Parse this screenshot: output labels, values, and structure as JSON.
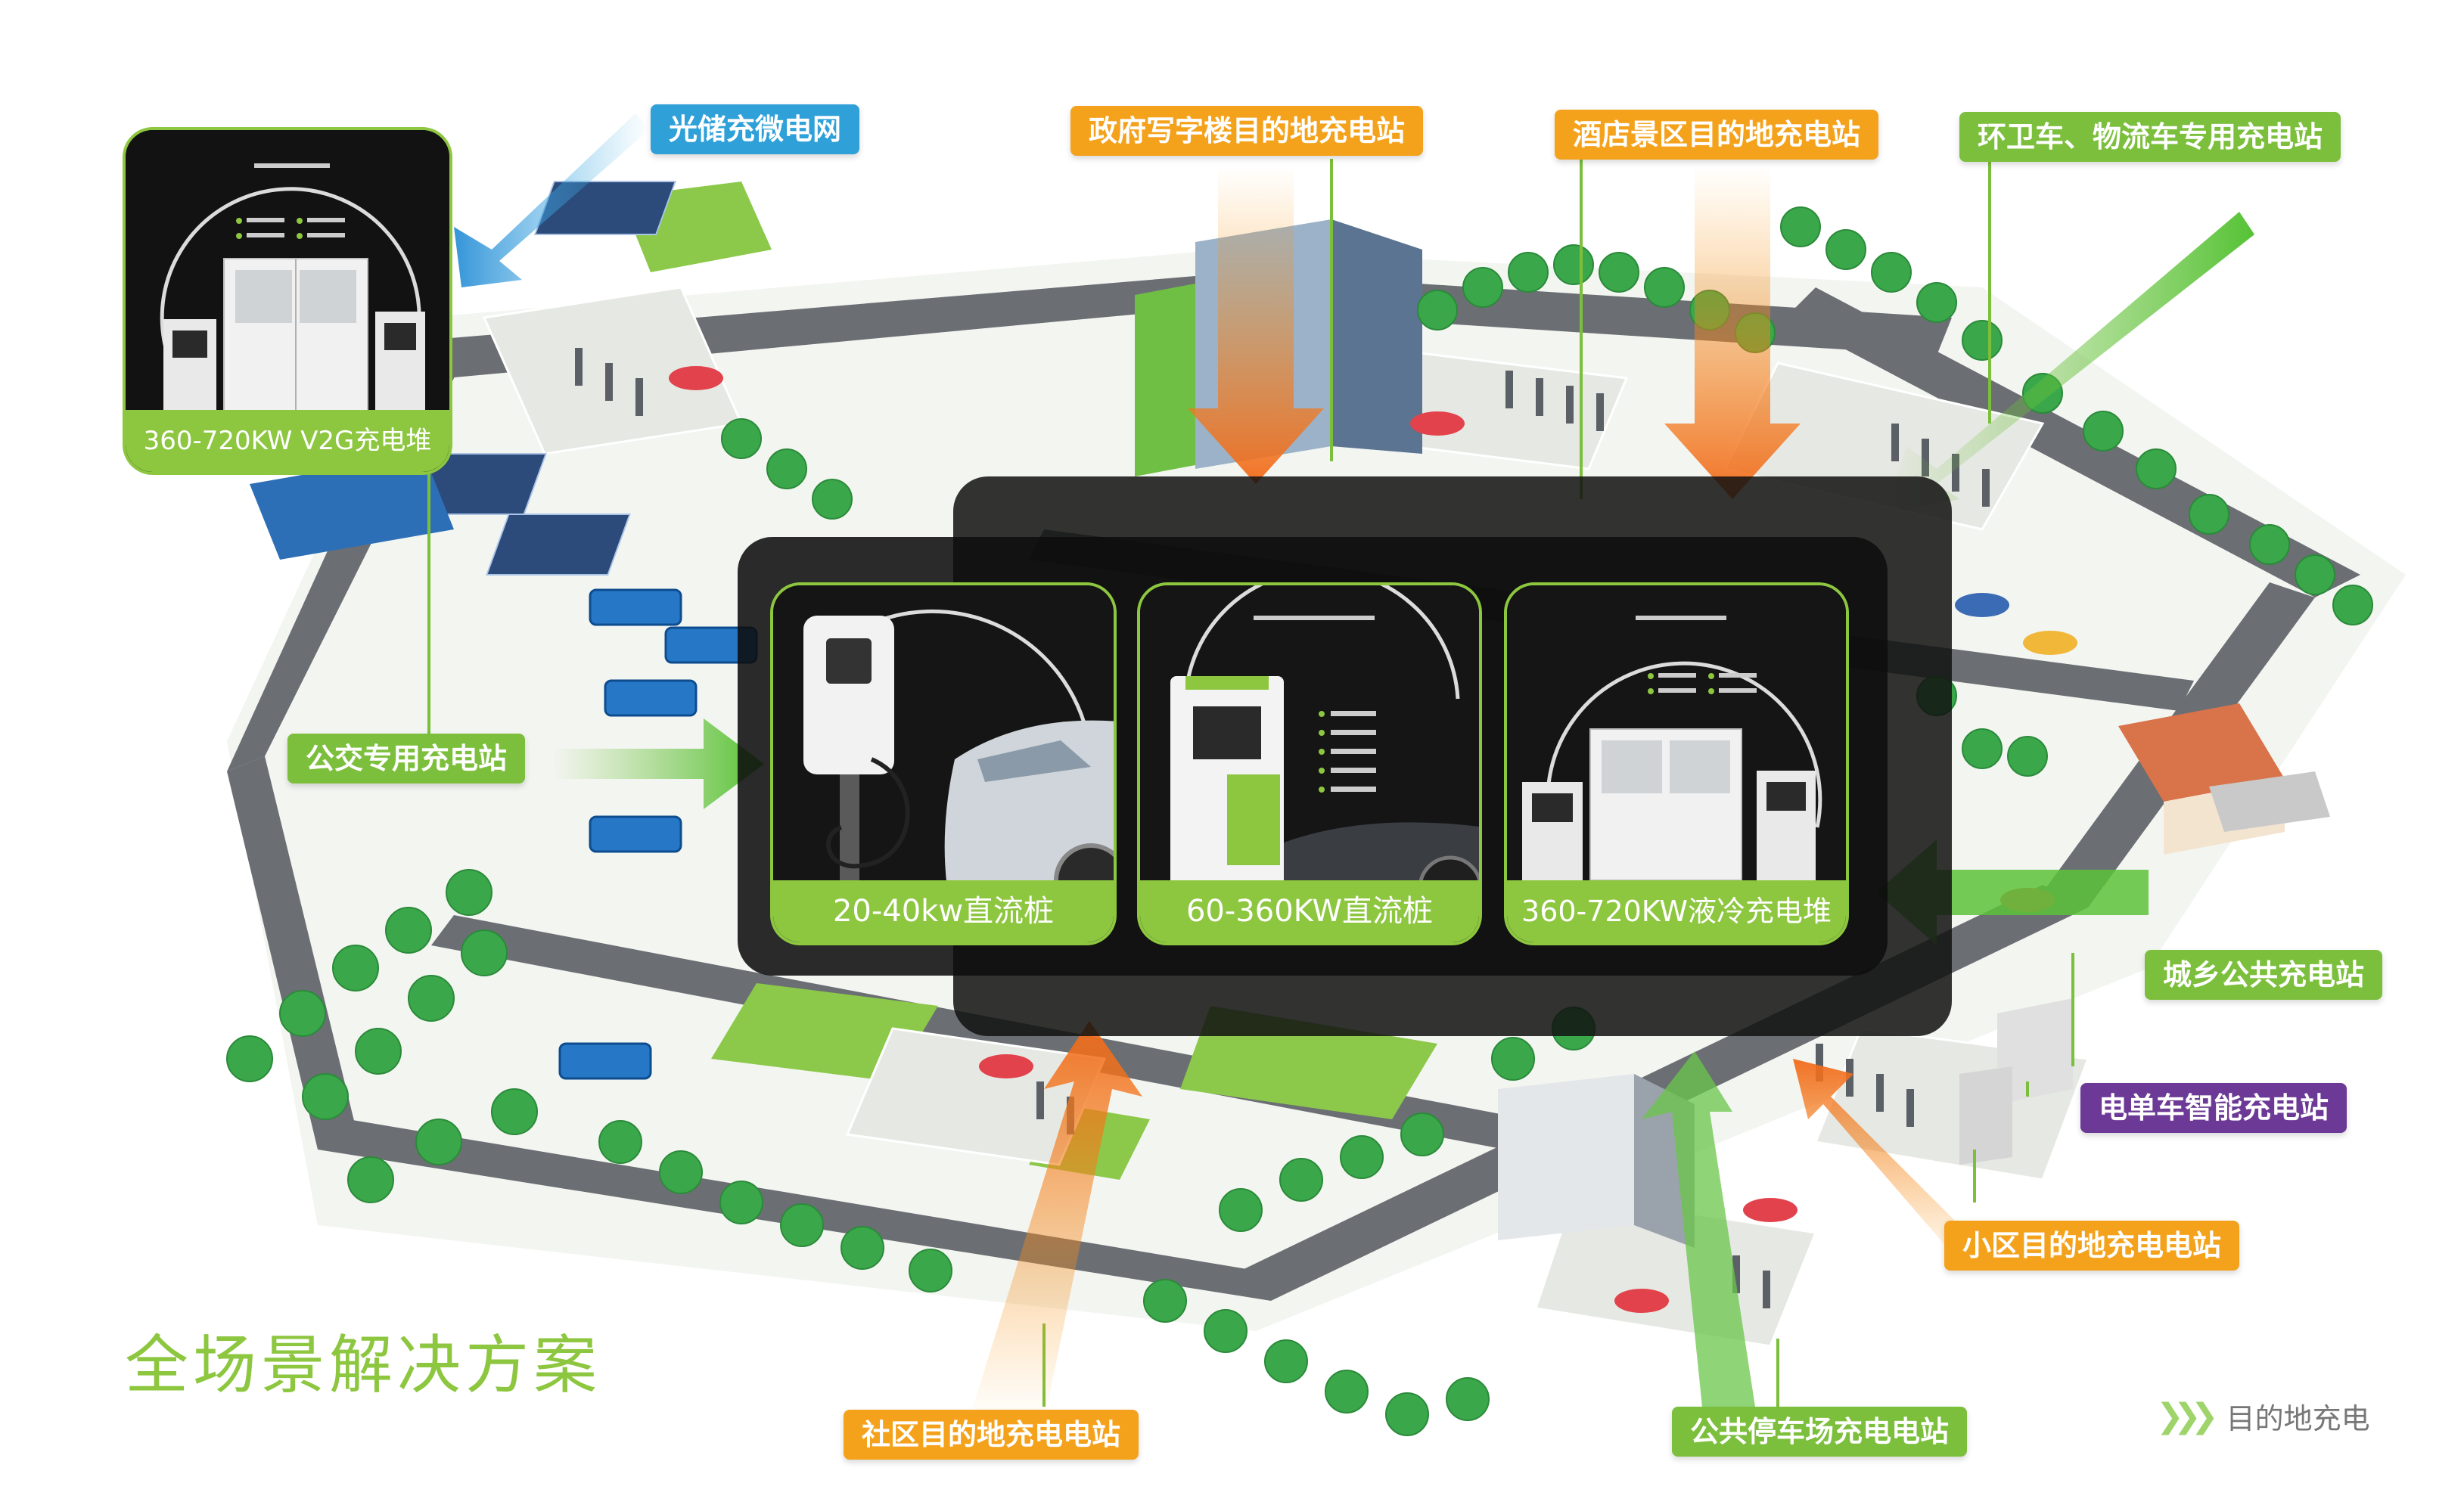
{
  "main_title": "全场景解决方案",
  "footer_note": "目的地充电",
  "scene_labels": {
    "microgrid": "光储充微电网",
    "gov_office": "政府写字楼目的地充电站",
    "hotel_scenic": "酒店景区目的地充电站",
    "sanitation_logistics": "环卫车、物流车专用充电站",
    "bus": "公交专用充电站",
    "urban_rural": "城乡公共充电站",
    "ebike": "电单车智能充电站",
    "residential": "小区目的地充电电站",
    "public_parking": "公共停车场充电电站",
    "community": "社区目的地充电电站"
  },
  "products": {
    "v2g": "360-720KW  V2G充电堆",
    "dc_small": "20-40kw直流桩",
    "dc_mid": "60-360KW直流桩",
    "liquid": "360-720KW液冷充电堆"
  },
  "colors": {
    "green": "#8dc63f",
    "orange": "#f4a21c",
    "blue": "#2fa0d8",
    "purple": "#6c3a96"
  }
}
